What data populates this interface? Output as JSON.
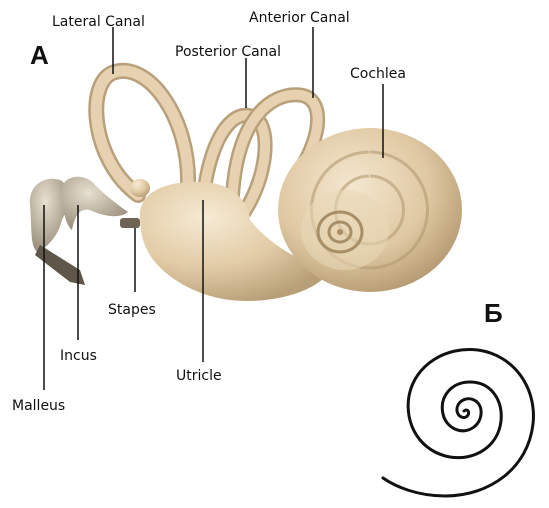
{
  "panels": {
    "a": "A",
    "b": "Б"
  },
  "labels": {
    "lateral_canal": "Lateral Canal",
    "anterior_canal": "Anterior Canal",
    "posterior_canal": "Posterior Canal",
    "cochlea": "Cochlea",
    "stapes": "Stapes",
    "incus": "Incus",
    "malleus": "Malleus",
    "utricle": "Utricle"
  },
  "colors": {
    "bone": "#e4d0ae",
    "bone_light": "#f3e6cc",
    "bone_dark": "#b49a72",
    "ossicle": "#cfc4b0",
    "line": "#111111"
  }
}
